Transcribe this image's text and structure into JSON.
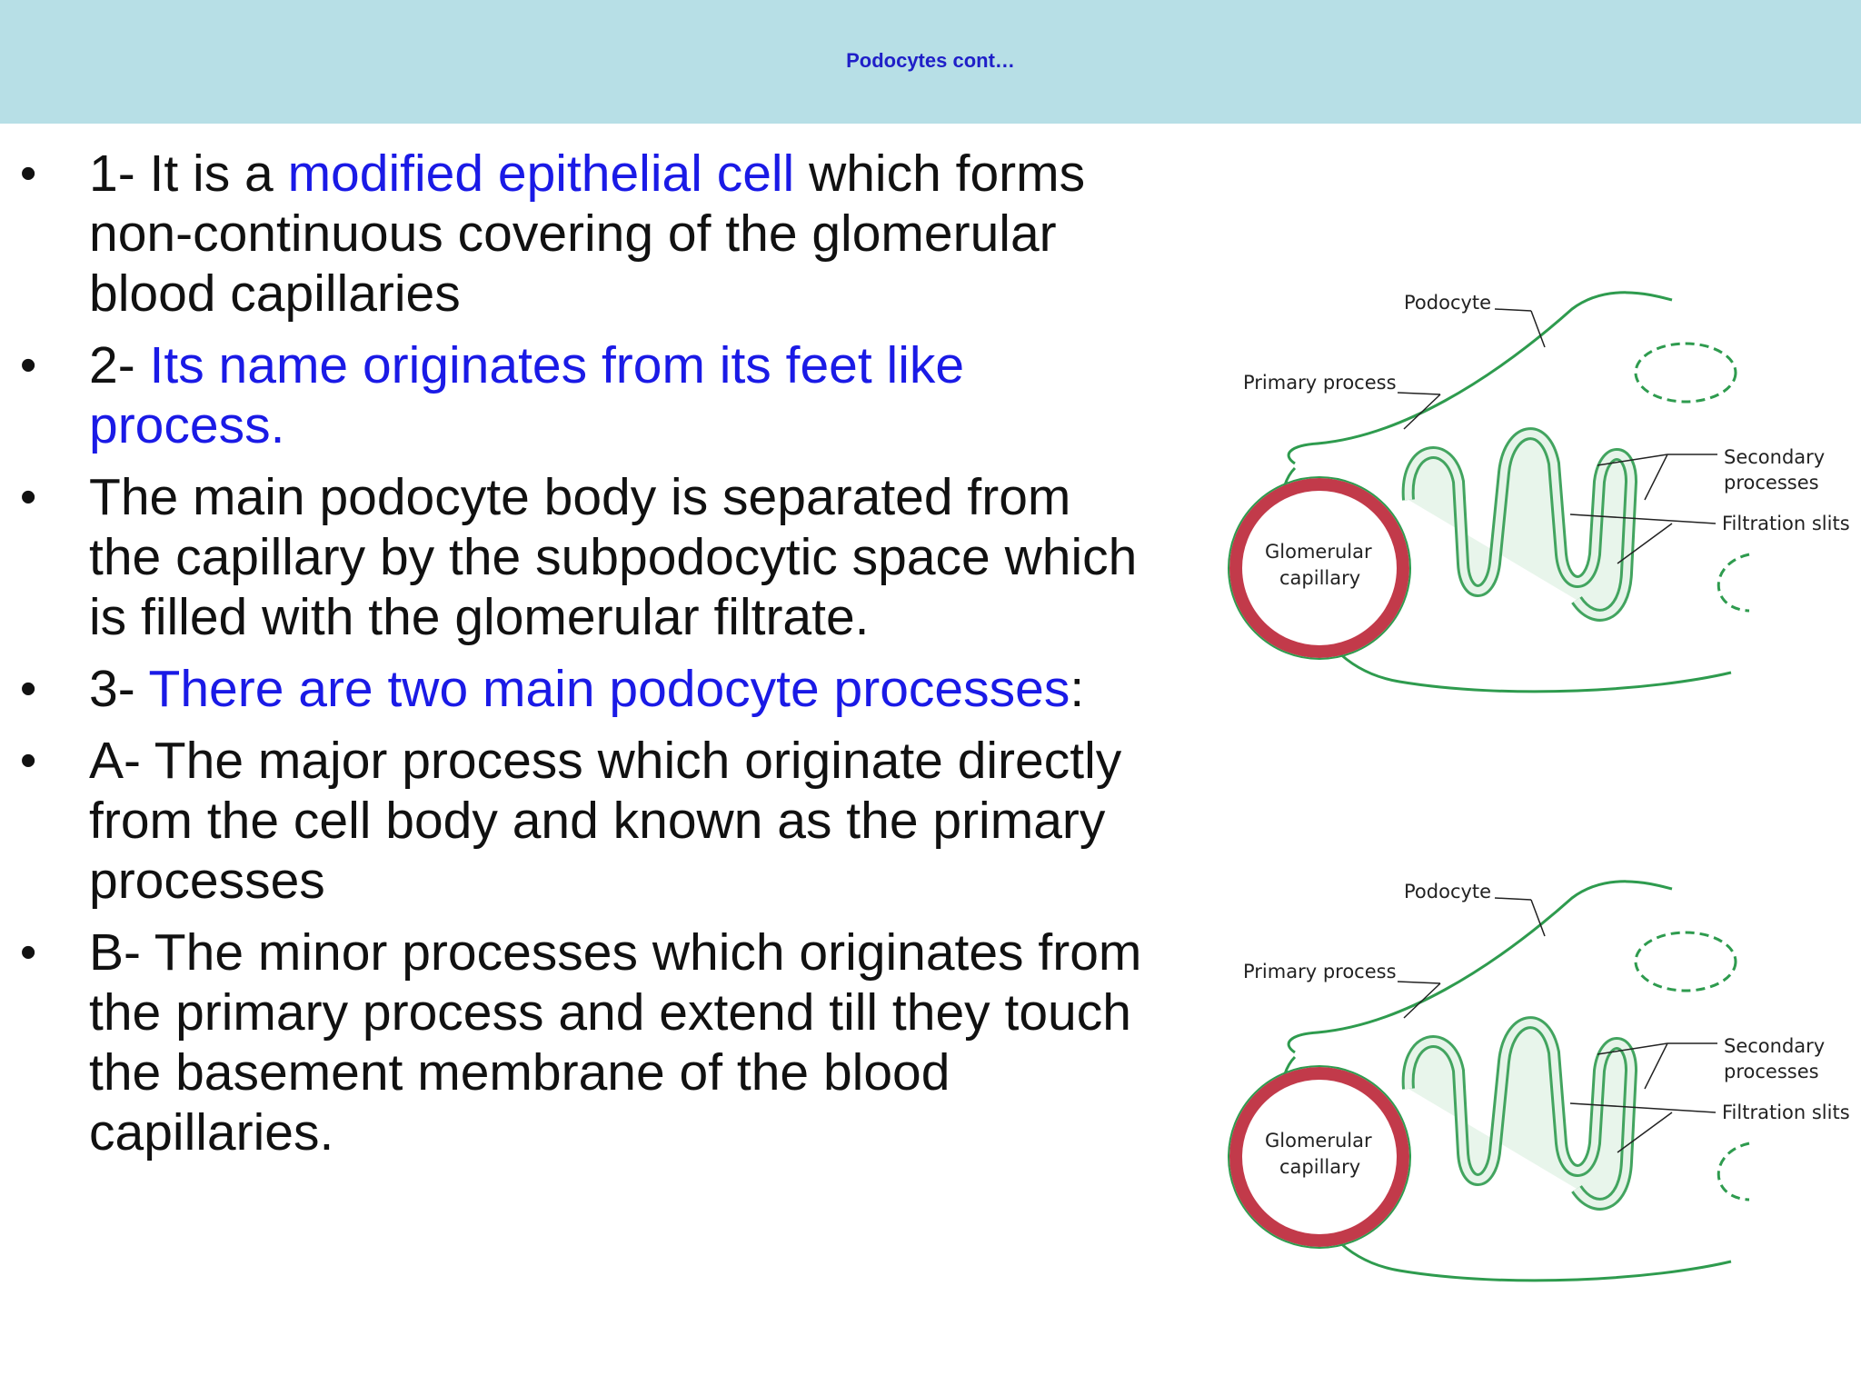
{
  "header": {
    "title": "Podocytes cont…",
    "bg": "#b7dfe6",
    "title_color": "#1f1fc8"
  },
  "bullets": [
    {
      "pre": "1- It is a ",
      "hl": "modified epithelial cell",
      "post": " which forms non-continuous covering of the glomerular blood capillaries"
    },
    {
      "pre": "2- ",
      "hl": "Its name originates from its feet like process.",
      "post": ""
    },
    {
      "pre": "The main podocyte body is separated from the capillary by the subpodocytic space which is filled with the glomerular filtrate.",
      "hl": "",
      "post": ""
    },
    {
      "pre": "3- ",
      "hl": "There are two main podocyte processes",
      "post": ":"
    },
    {
      "pre": "A- The major process which originate directly from the cell body and known as the primary processes",
      "hl": "",
      "post": ""
    },
    {
      "pre": "B- The minor processes which originates from the primary process and extend till they touch the basement membrane of the blood capillaries.",
      "hl": "",
      "post": ""
    }
  ],
  "diagram": {
    "labels": {
      "podocyte": "Podocyte",
      "primary": "Primary process",
      "secondary_1": "Secondary",
      "secondary_2": "processes",
      "slits": "Filtration slits",
      "glom_1": "Glomerular",
      "glom_2": "capillary"
    },
    "colors": {
      "cell": "#2e9b4e",
      "capillary": "#c23a4a",
      "fill": "#e6f4e9"
    }
  }
}
